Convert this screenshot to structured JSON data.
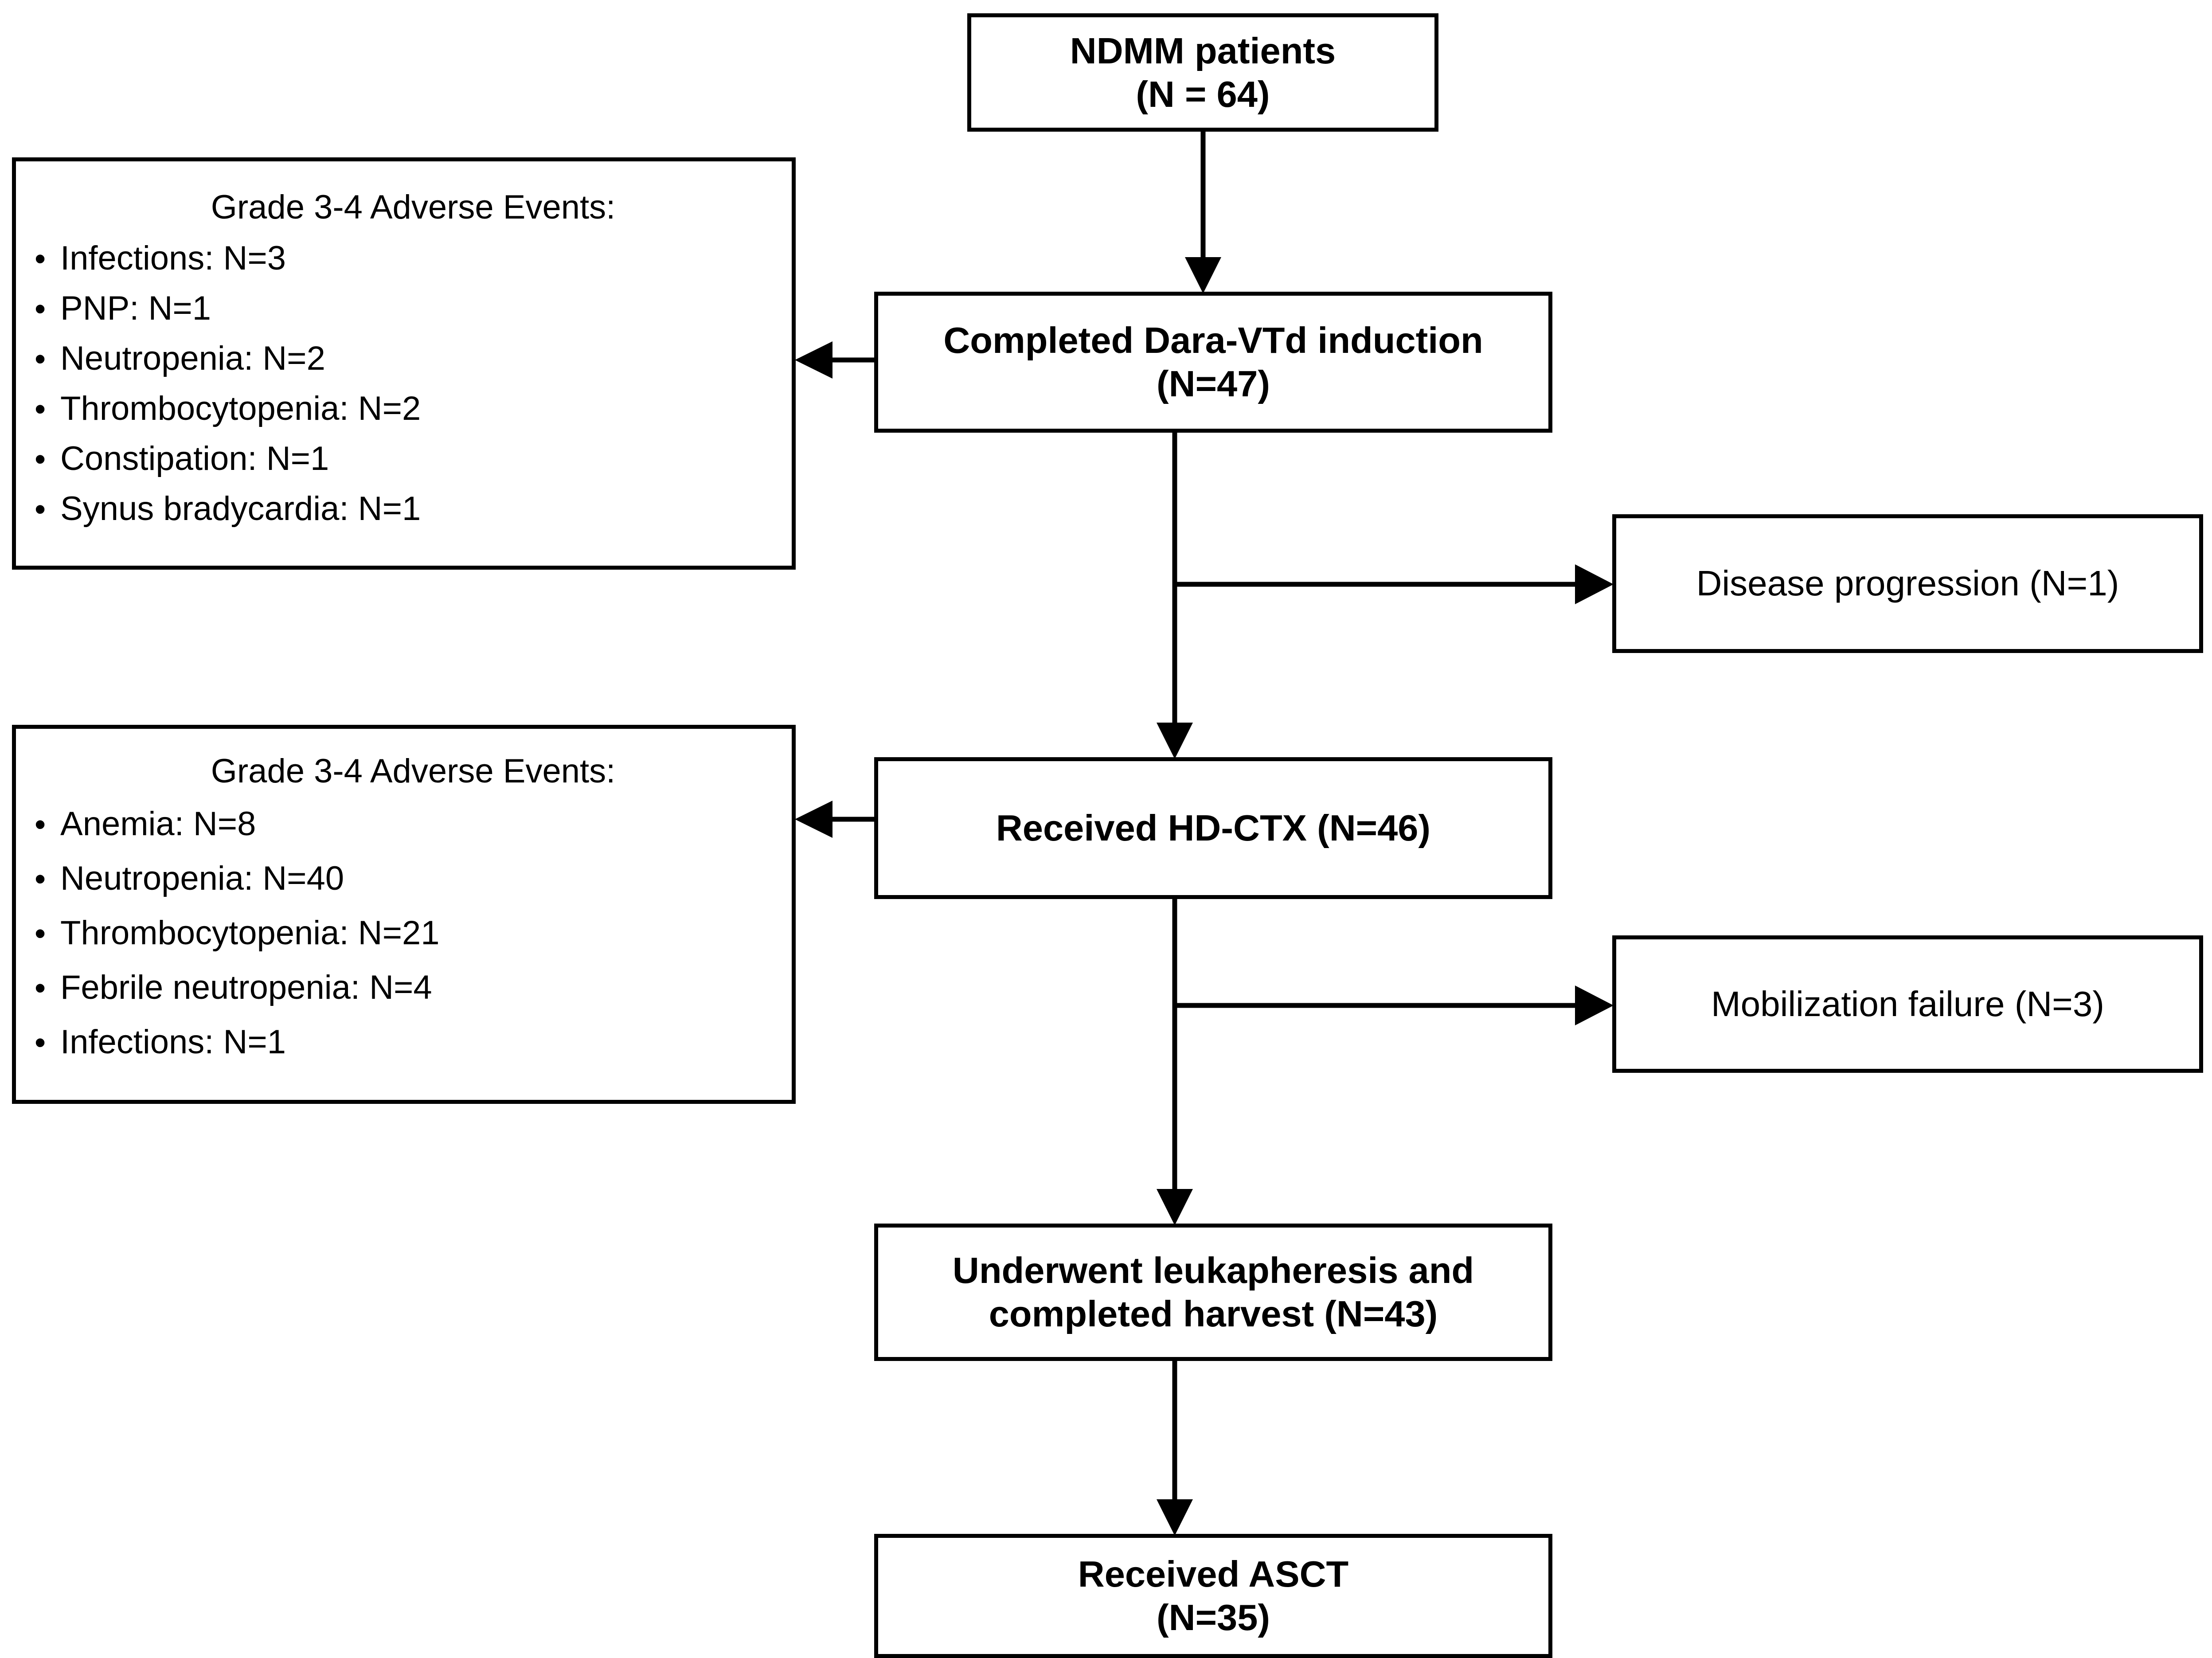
{
  "diagram": {
    "type": "patient-flow-consort-diagram",
    "stroke_color": "#000000",
    "background_color": "#ffffff",
    "nodes": {
      "ndmm": {
        "lines": [
          "NDMM patients",
          "(N = 64)"
        ]
      },
      "induction": {
        "lines": [
          "Completed Dara-VTd induction",
          "(N=47)"
        ]
      },
      "hdctx": {
        "lines": [
          "Received HD-CTX (N=46)"
        ]
      },
      "leukapheresis": {
        "lines": [
          "Underwent leukapheresis and",
          "completed harvest (N=43)"
        ]
      },
      "asct": {
        "lines": [
          "Received ASCT",
          "(N=35)"
        ]
      },
      "progression": {
        "lines": [
          "Disease progression (N=1)"
        ]
      },
      "mobilization_failure": {
        "lines": [
          "Mobilization failure (N=3)"
        ]
      }
    },
    "adverse_event_boxes": {
      "after_induction": {
        "title": "Grade  3-4  Adverse Events:",
        "bullet": "•",
        "items": [
          "Infections: N=3",
          "PNP: N=1",
          "Neutropenia: N=2",
          "Thrombocytopenia: N=2",
          "Constipation: N=1",
          "Synus bradycardia: N=1"
        ]
      },
      "after_hdctx": {
        "title": "Grade  3-4  Adverse Events:",
        "bullet": "•",
        "items": [
          "Anemia: N=8",
          "Neutropenia: N=40",
          "Thrombocytopenia: N=21",
          "Febrile neutropenia: N=4",
          "Infections: N=1"
        ]
      }
    },
    "flow_counts": {
      "enrolled": 64,
      "completed_induction": 47,
      "received_hd_ctx": 46,
      "completed_harvest": 43,
      "received_asct": 35,
      "disease_progression": 1,
      "mobilization_failure": 3
    }
  }
}
